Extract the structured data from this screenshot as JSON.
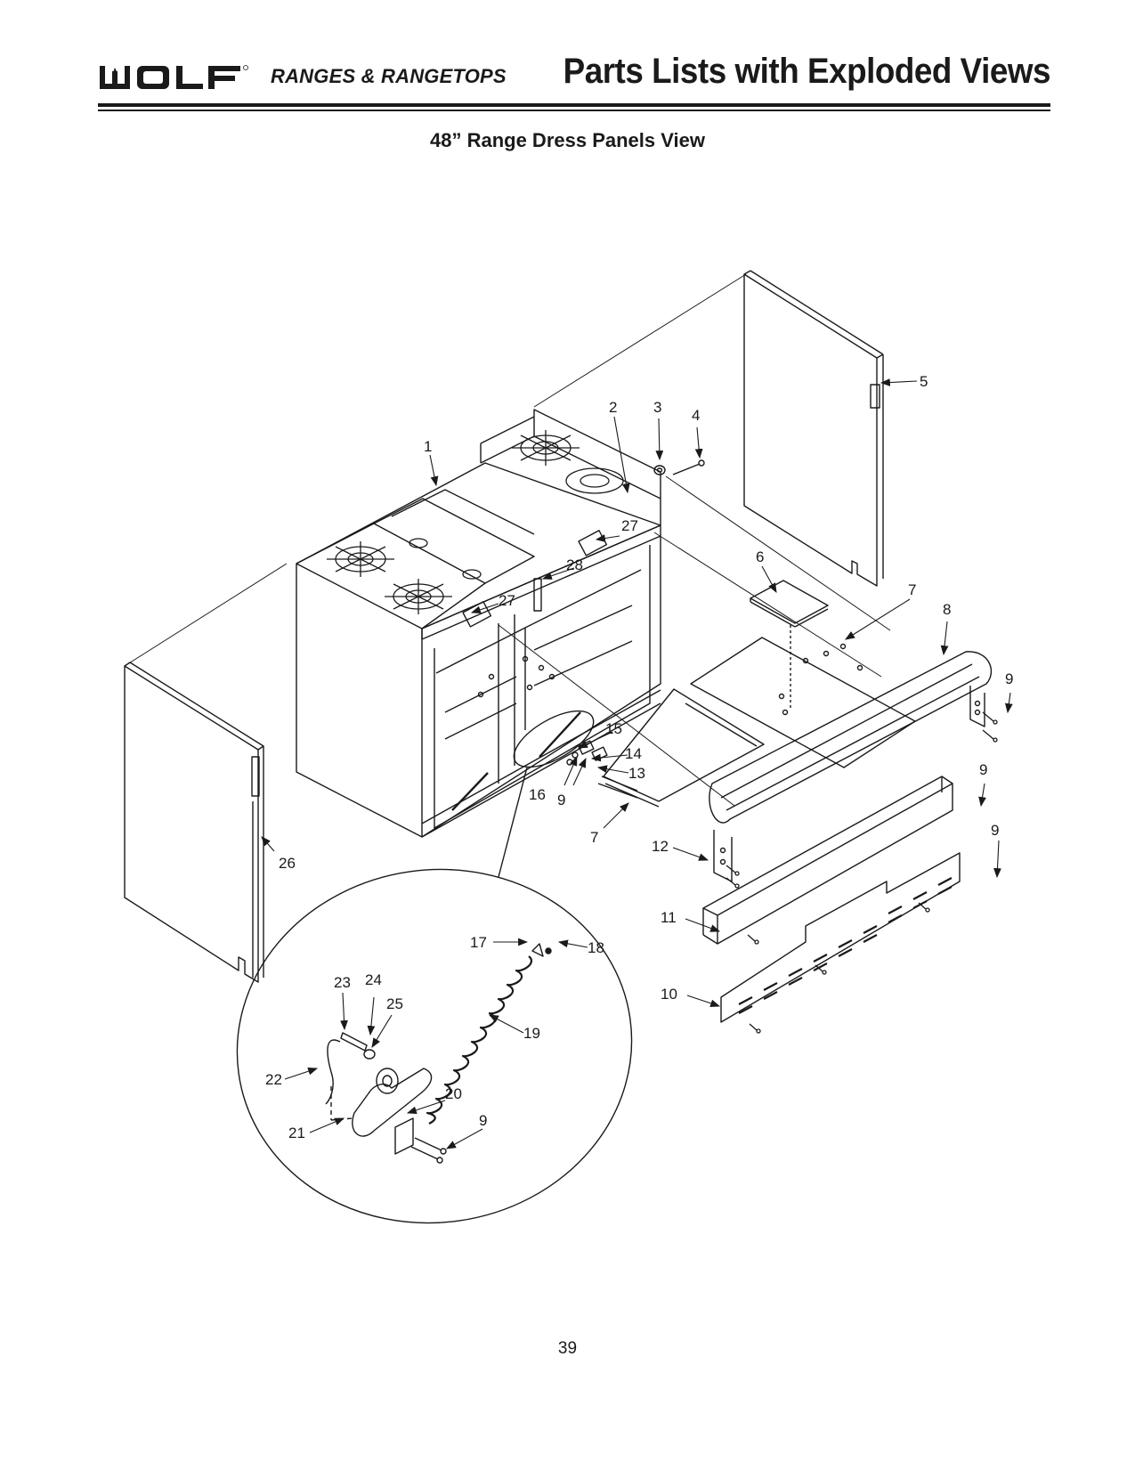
{
  "header": {
    "brand": "WOLF",
    "tagline": "RANGES & RANGETOPS",
    "title": "Parts Lists with Exploded Views"
  },
  "section_title": "48” Range Dress Panels View",
  "callouts": {
    "c1": "1",
    "c2": "2",
    "c3": "3",
    "c4": "4",
    "c5": "5",
    "c6": "6",
    "c7a": "7",
    "c7b": "7",
    "c8": "8",
    "c9a": "9",
    "c9b": "9",
    "c9c": "9",
    "c9d": "9",
    "c9e": "9",
    "c10": "10",
    "c11": "11",
    "c12": "12",
    "c13": "13",
    "c14": "14",
    "c15": "15",
    "c16": "16",
    "c17": "17",
    "c18": "18",
    "c19": "19",
    "c20": "20",
    "c21": "21",
    "c22": "22",
    "c23": "23",
    "c24": "24",
    "c25": "25",
    "c26": "26",
    "c27a": "27",
    "c27b": "27",
    "c28": "28"
  },
  "page_number": "39"
}
